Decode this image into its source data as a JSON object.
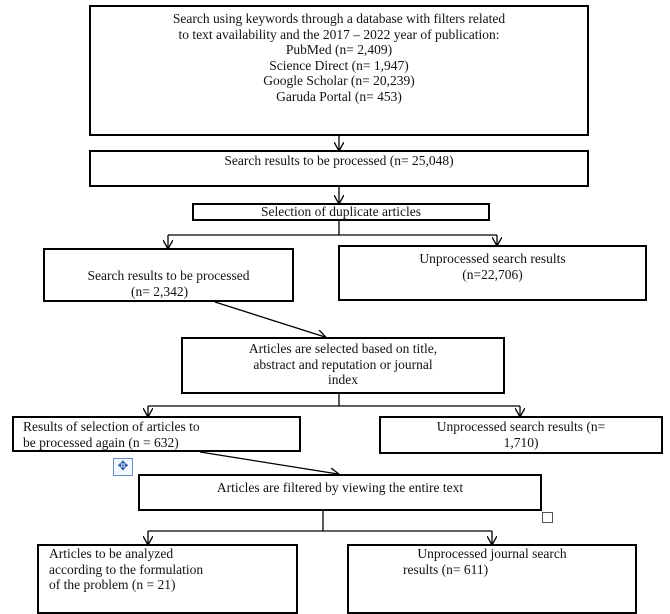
{
  "search_box": {
    "lines": [
      "Search using keywords through a database with filters related",
      "to text availability and the 2017 – 2022 year of publication:",
      "PubMed (n= 2,409)",
      "Science Direct (n= 1,947)",
      "Google Scholar (n= 20,239)",
      "Garuda Portal (n= 453)"
    ]
  },
  "to_process_box": {
    "text": "Search results to be processed (n= 25,048)"
  },
  "duplicate_box": {
    "text": "Selection of duplicate articles"
  },
  "left_process_box": {
    "lines": [
      "Search results to be processed",
      "(n= 2,342)"
    ]
  },
  "unprocessed_1": {
    "lines": [
      "Unprocessed search results",
      "(n=22,706)"
    ]
  },
  "title_abstract_box": {
    "lines": [
      "Articles are selected based on title,",
      "abstract and reputation or journal",
      "index"
    ]
  },
  "selection_result_box": {
    "lines": [
      "Results of selection of articles to",
      "be processed again (n = 632)"
    ]
  },
  "unprocessed_2": {
    "lines": [
      "Unprocessed search results (n=",
      "1,710)"
    ]
  },
  "full_text_box": {
    "text": "Articles are filtered by viewing the entire text"
  },
  "analyzed_box": {
    "lines": [
      "Articles to be analyzed",
      "according to the formulation",
      "of the problem (n = 21)"
    ]
  },
  "unprocessed_3": {
    "lines": [
      "Unprocessed journal search",
      "results (n= 611)"
    ]
  },
  "icons": {
    "move": "move-cross-icon",
    "resize": "resize-handle-icon"
  }
}
